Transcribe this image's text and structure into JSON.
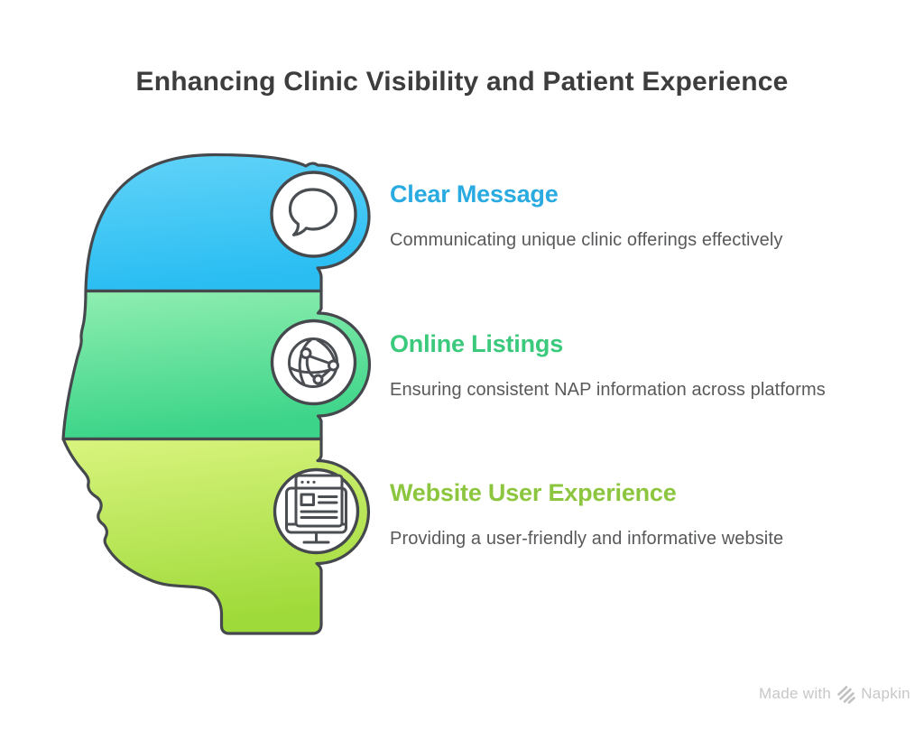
{
  "title": {
    "text": "Enhancing Clinic Visibility and Patient Experience",
    "color": "#3d3d3d"
  },
  "items": [
    {
      "heading": "Clear Message",
      "description": "Communicating unique clinic offerings effectively",
      "accent_color": "#29abe2",
      "icon": "speech-bubble-icon",
      "band_gradient_top": "#62d3f8",
      "band_gradient_bottom": "#29bdf2"
    },
    {
      "heading": "Online Listings",
      "description": "Ensuring consistent NAP information across platforms",
      "accent_color": "#3bc97c",
      "icon": "globe-network-icon",
      "band_gradient_top": "#90eeb1",
      "band_gradient_bottom": "#3bd488"
    },
    {
      "heading": "Website User Experience",
      "description": "Providing a user-friendly and informative website",
      "accent_color": "#8cc63f",
      "icon": "website-monitor-icon",
      "band_gradient_top": "#d9f47e",
      "band_gradient_bottom": "#9eda39"
    }
  ],
  "head": {
    "outline_color": "#45494d",
    "icon_stroke_color": "#4a4e52",
    "circle_fill": "#ffffff"
  },
  "watermark": {
    "prefix": "Made with",
    "brand": "Napkin",
    "logo": "napkin-logo-icon",
    "color": "#c7c7c7"
  }
}
